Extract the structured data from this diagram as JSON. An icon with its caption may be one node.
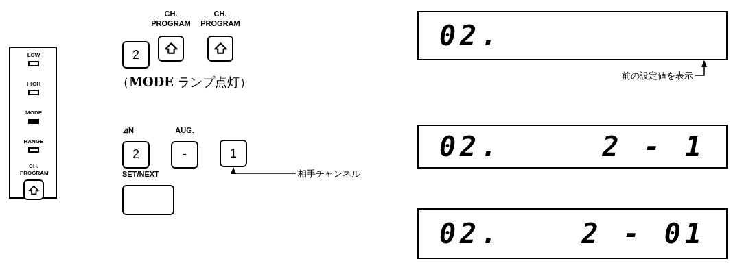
{
  "diagram": {
    "nodes": [
      {
        "text": [],
        "shape": "box"
      },
      {
        "text": [
          "LOW"
        ],
        "in": 0
      },
      {
        "text": [
          "HIGH"
        ],
        "in": 0
      },
      {
        "text": [
          "MODE"
        ],
        "in": 0
      },
      {
        "text": [
          "RANGE"
        ],
        "in": 0
      },
      {
        "text": [
          "CH. PROGRAM"
        ],
        "in": 0
      },
      {
        "text": [
          "2"
        ]
      },
      {
        "text": [
          "CH. PROGRAM"
        ]
      },
      {
        "text": [
          "CH. PROGRAM"
        ]
      },
      {
        "text": [
          "⊿N",
          "2"
        ]
      },
      {
        "text": [
          "AUG.",
          "-"
        ]
      },
      {
        "text": [
          "1"
        ]
      },
      {
        "text": [
          "相手チャンネル"
        ]
      },
      {
        "text": [
          "SET/NEXT"
        ]
      },
      {
        "text": [
          "02."
        ]
      },
      {
        "text": [
          "前の設定値を表示"
        ]
      },
      {
        "text": [
          "02.",
          "2 - 1"
        ]
      },
      {
        "text": [
          "02.",
          "2 - 01"
        ]
      }
    ],
    "edges": [
      {
        "from": 12,
        "to": 11,
        "arrow": "to"
      },
      {
        "from": 15,
        "to": 14,
        "arrow": "to"
      }
    ],
    "labels": [
      "（**MODE** ランプ点灯）"
    ]
  }
}
